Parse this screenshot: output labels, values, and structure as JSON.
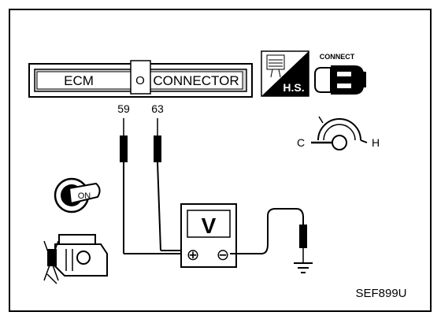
{
  "connector": {
    "left_label": "ECM",
    "separator": "O",
    "right_label": "CONNECTOR"
  },
  "pins": {
    "positive": "59",
    "negative": "63"
  },
  "icons": {
    "harness_badge": "H.S.",
    "connect_caption": "CONNECT",
    "ignition_state": "ON"
  },
  "temperature_gauge": {
    "cold": "C",
    "hot": "H"
  },
  "meter": {
    "symbol": "V",
    "plus": "⊕",
    "minus": "⊖"
  },
  "figure_code": "SEF899U",
  "colors": {
    "ink": "#000000",
    "paper": "#ffffff",
    "shade": "#bfbfbf"
  }
}
